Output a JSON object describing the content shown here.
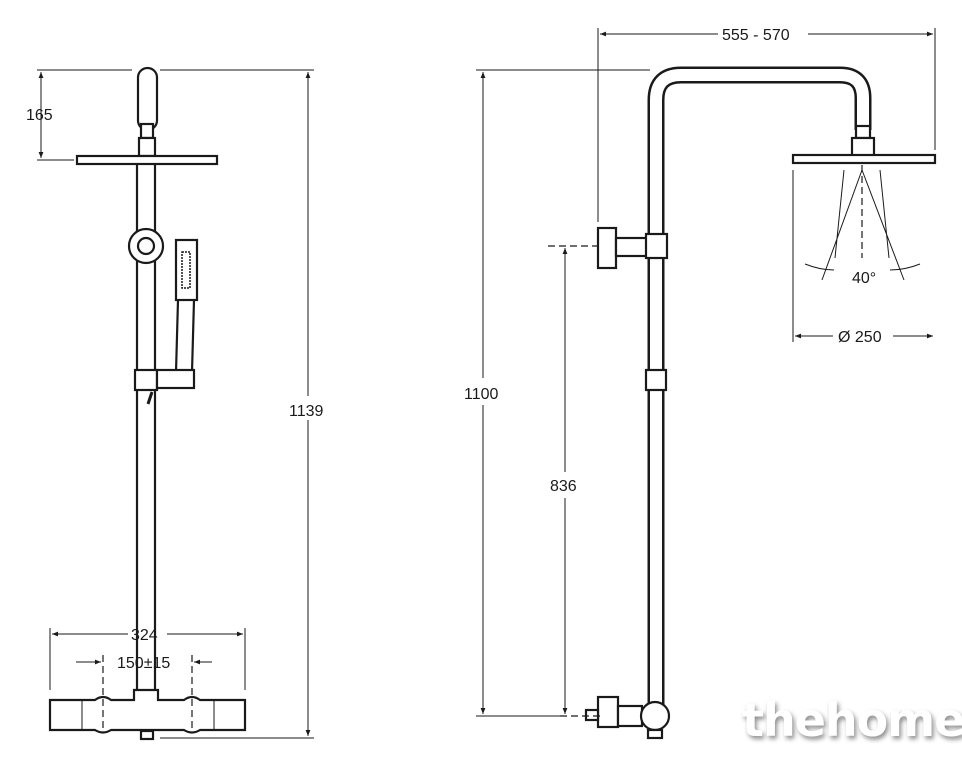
{
  "front_view": {
    "dim_head_height": "165",
    "dim_total_height": "1139",
    "dim_mixer_width": "324",
    "dim_inlet_spacing": "150±15"
  },
  "side_view": {
    "dim_projection": "555 - 570",
    "dim_height": "1100",
    "dim_bracket_height": "836",
    "dim_spray_angle": "40°",
    "dim_head_diameter": "Ø 250"
  },
  "watermark": "thehome"
}
